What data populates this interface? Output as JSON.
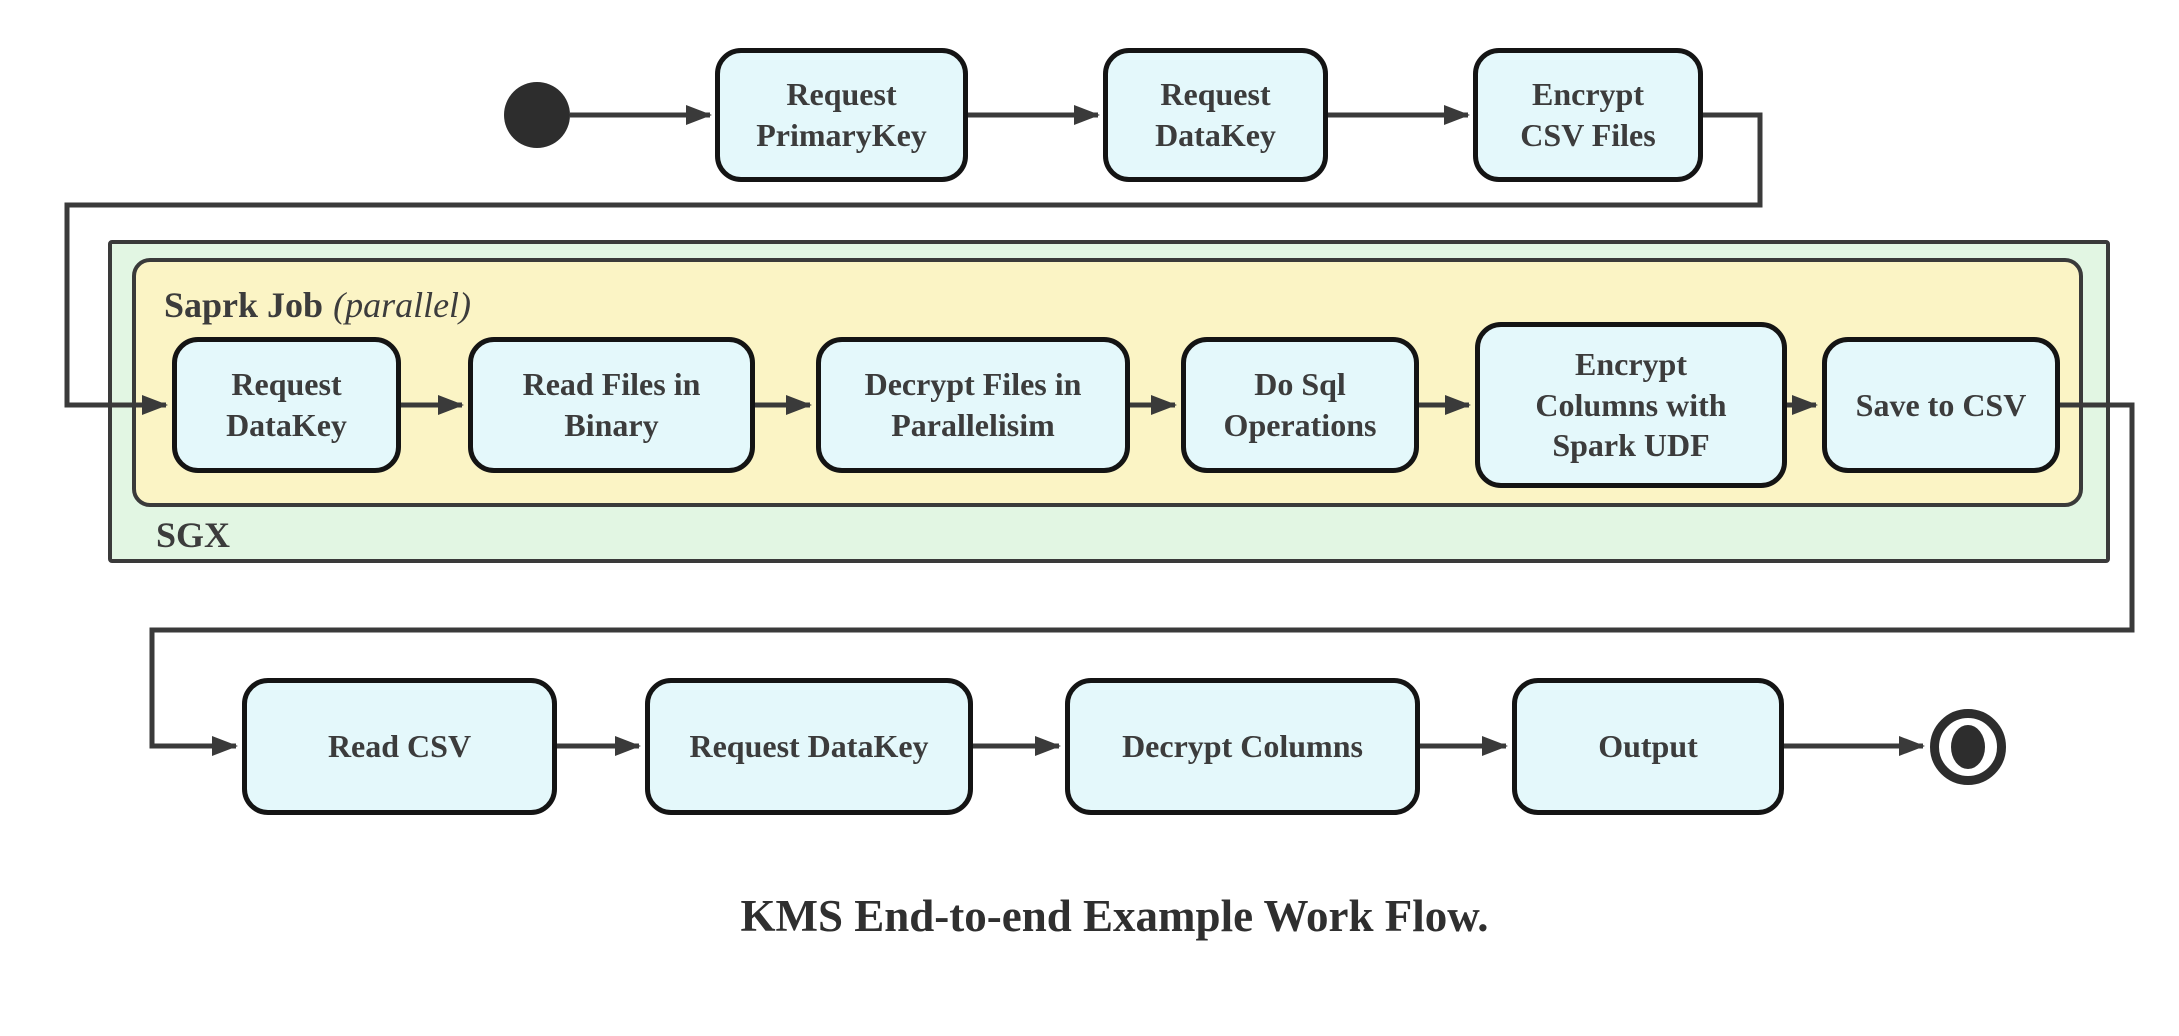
{
  "caption": "KMS End-to-end Example Work Flow.",
  "colors": {
    "node_fill": "#e4f8fb",
    "node_border": "#141414",
    "edge": "#3a3a3a",
    "text": "#3c3c3c",
    "sgx_fill": "#e2f6e3",
    "spark_fill": "#fbf4c5",
    "start_fill": "#2d2d2d"
  },
  "groups": {
    "sgx_label": "SGX",
    "spark_title": "Saprk Job",
    "spark_qualifier": "(parallel)"
  },
  "flows": {
    "top": [
      "Request PrimaryKey",
      "Request DataKey",
      "Encrypt CSV Files"
    ],
    "sgx": [
      "Request DataKey",
      "Read Files in Binary",
      "Decrypt Files in Parallelisim",
      "Do Sql Operations",
      "Encrypt Columns with Spark UDF",
      "Save to CSV"
    ],
    "bottom": [
      "Read CSV",
      "Request DataKey",
      "Decrypt Columns",
      "Output"
    ]
  }
}
